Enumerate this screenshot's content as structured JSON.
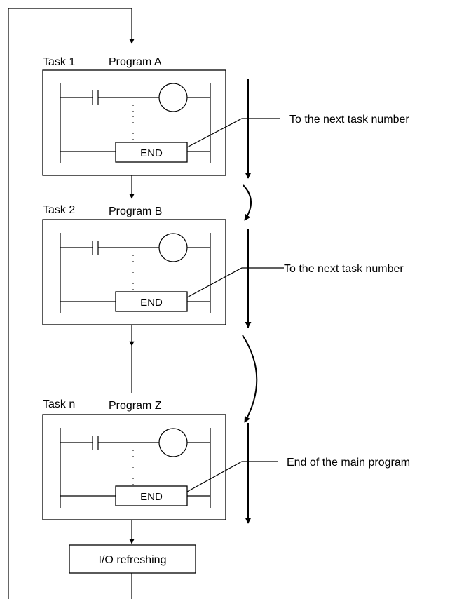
{
  "tasks": [
    {
      "task_label": "Task 1",
      "program_label": "Program A",
      "end_label": "END",
      "note": "To the next task number"
    },
    {
      "task_label": "Task 2",
      "program_label": "Program B",
      "end_label": "END",
      "note": "To the next task number"
    },
    {
      "task_label": "Task n",
      "program_label": "Program Z",
      "end_label": "END",
      "note": "End of the main program"
    }
  ],
  "io_refresh_label": "I/O refreshing"
}
